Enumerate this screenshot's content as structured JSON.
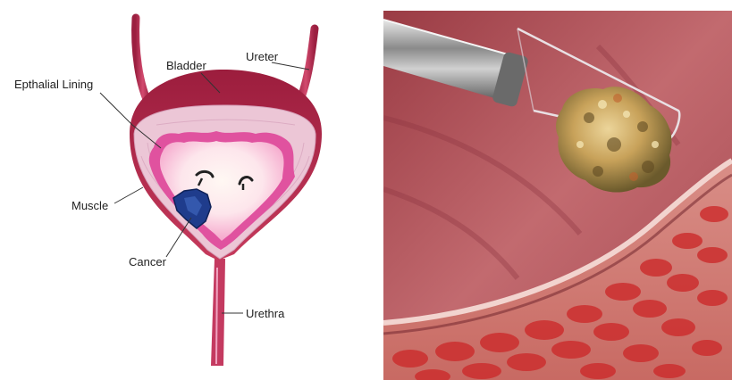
{
  "diagram": {
    "labels": {
      "bladder": "Bladder",
      "ureter": "Ureter",
      "epithelial_lining": "Epthalial Lining",
      "muscle": "Muscle",
      "cancer": "Cancer",
      "urethra": "Urethra"
    }
  },
  "colors": {
    "bladder_wall": "#b5284a",
    "muscle_layer": "#e9bfd2",
    "lining": "#d9409a",
    "lumen": "#fff3ec",
    "tumor_blue": "#1f3c8c",
    "tissue_red": "#b0454f"
  }
}
